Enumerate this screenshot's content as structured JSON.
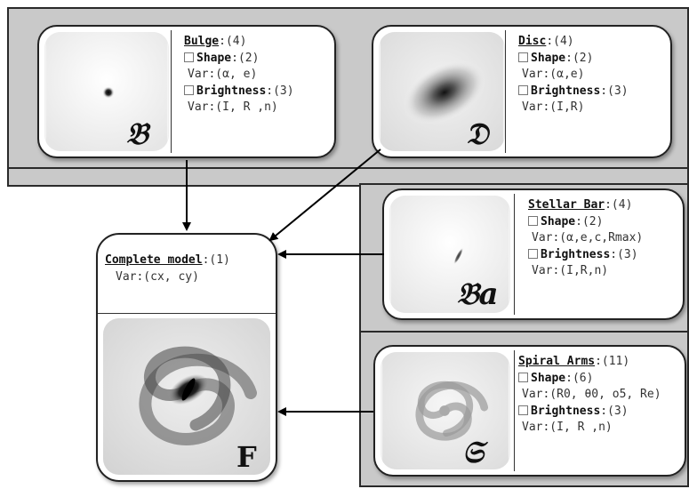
{
  "components": {
    "bulge": {
      "title": "Bulge",
      "count": ":(4)",
      "shape_label": "Shape",
      "shape_count": ":(2)",
      "shape_var": "Var:(α, e)",
      "brightness_label": "Brightness",
      "brightness_count": ":(3)",
      "brightness_var": "Var:(I, R ,n)",
      "symbol": "𝔅"
    },
    "disc": {
      "title": "Disc",
      "count": ":(4)",
      "shape_label": "Shape",
      "shape_count": ":(2)",
      "shape_var": "Var:(α,e)",
      "brightness_label": "Brightness",
      "brightness_count": ":(3)",
      "brightness_var": "Var:(I,R)",
      "symbol": "𝔇"
    },
    "bar": {
      "title": "Stellar Bar",
      "count": ":(4)",
      "shape_label": "Shape",
      "shape_count": ":(2)",
      "shape_var": "Var:(α,e,c,Rmax)",
      "brightness_label": "Brightness",
      "brightness_count": ":(3)",
      "brightness_var": "Var:(I,R,n)",
      "symbol": "𝔅a"
    },
    "arms": {
      "title": "Spiral Arms",
      "count": ":(11)",
      "shape_label": "Shape",
      "shape_count": ":(6)",
      "shape_var": "Var:(R0, θ0, o5, Re)",
      "brightness_label": "Brightness",
      "brightness_count": ":(3)",
      "brightness_var": "Var:(I, R ,n)",
      "symbol": "𝔖"
    }
  },
  "complete_model": {
    "title": "Complete model",
    "count": ":(1)",
    "var": "Var:(cx, cy)",
    "symbol": "F"
  },
  "colors": {
    "panel": "#c9c9c9",
    "border": "#222222",
    "arrow": "#000000"
  }
}
